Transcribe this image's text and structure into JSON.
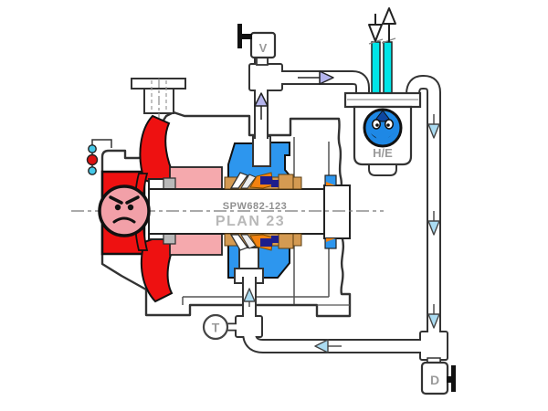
{
  "diagram": {
    "kind": "centrifugal pump mechanical-seal flush schematic (Plan 23 cooling loop)",
    "labels": {
      "shaft_code": "SPW682-123",
      "plan": "PLAN 23",
      "heat_exchanger": "H/E",
      "vent_valve": "V",
      "temperature_indicator": "T",
      "drain_valve": "D"
    },
    "icons": {
      "angry_face": "hot process fluid face on pump suction",
      "happy_face": "cool fluid face on heat exchanger",
      "vent_valve_handle": "black T-handle valve stem",
      "drain_valve_handle": "black T-handle valve stem",
      "flow_arrows_seal_loop_hot": "lavender arrows (seal to exchanger)",
      "flow_arrows_seal_loop_cool": "light-blue arrows (exchanger back to seal)",
      "cooling_water_arrows": "hollow in/out arrows on cyan tubes"
    },
    "colors": {
      "process_red": "#ee1111",
      "seal_chamber_pink": "#f5a9ad",
      "gland_blue": "#2d96ee",
      "face_blue": "#1e88e5",
      "cooling_cyan": "#00e5e8",
      "arrow_lavender": "#b4b4ec",
      "arrow_lightblue": "#abdcf2",
      "sleeve_tan": "#d49a52",
      "spring_orange": "#f28211",
      "elastomer_navy": "#1d1d8c",
      "label_gray": "#9a9a9a",
      "outline": "#2b2b2b"
    }
  }
}
